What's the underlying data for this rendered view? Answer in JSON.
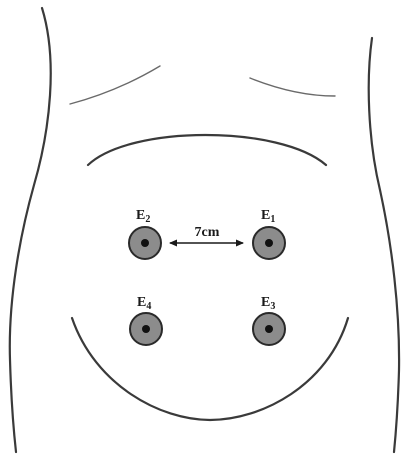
{
  "colors": {
    "electrode_fill": "#8c8c8c",
    "electrode_center": "#111111",
    "outline": "#3a3a3a"
  },
  "electrodes": [
    {
      "id": "E2",
      "label": "E",
      "subscript": "2"
    },
    {
      "id": "E1",
      "label": "E",
      "subscript": "1"
    },
    {
      "id": "E4",
      "label": "E",
      "subscript": "4"
    },
    {
      "id": "E3",
      "label": "E",
      "subscript": "3"
    }
  ],
  "distance": {
    "label": "7cm"
  }
}
